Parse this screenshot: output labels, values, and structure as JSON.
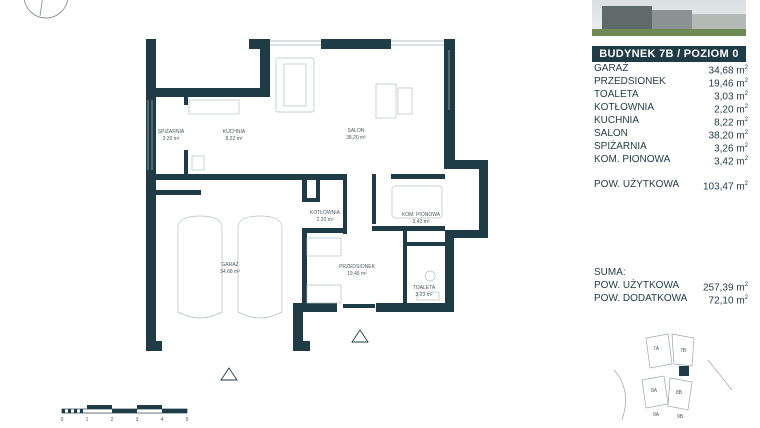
{
  "header": {
    "title": "BUDYNEK 7B / POZIOM 0"
  },
  "rooms": [
    {
      "name": "GARAŻ",
      "area": "34,68 m"
    },
    {
      "name": "PRZEDSIONEK",
      "area": "19,46 m"
    },
    {
      "name": "TOALETA",
      "area": "3,03 m"
    },
    {
      "name": "KOTŁOWNIA",
      "area": "2,20 m"
    },
    {
      "name": "KUCHNIA",
      "area": "8,22 m"
    },
    {
      "name": "SALON",
      "area": "38,20 m"
    },
    {
      "name": "SPIŻARNIA",
      "area": "3,26 m"
    },
    {
      "name": "KOM. PIONOWA",
      "area": "3,42 m"
    }
  ],
  "usable": {
    "label": "POW. UŻYTKOWA",
    "value": "103,47 m"
  },
  "summary": {
    "title": "SUMA:",
    "rows": [
      {
        "label": "POW. UŻYTKOWA",
        "value": "257,39 m"
      },
      {
        "label": "POW. DODATKOWA",
        "value": "72,10 m"
      }
    ]
  },
  "unit_sup": "2",
  "plan_labels": {
    "spizarnia": {
      "name": "SPIŻARNIA",
      "area": "3,26 m²"
    },
    "kuchnia": {
      "name": "KUCHNIA",
      "area": "8,22 m²"
    },
    "salon": {
      "name": "SALON",
      "area": "38,20 m²"
    },
    "kotlownia": {
      "name": "KOTŁOWNIA",
      "area": "2,20 m²"
    },
    "kom_pionowa": {
      "name": "KOM. PIONOWA",
      "area": "3,42 m²"
    },
    "garaz": {
      "name": "GARAŻ",
      "area": "34,68 m²"
    },
    "przedsionek": {
      "name": "PRZEDSIONEK",
      "area": "19,46 m²"
    },
    "toaleta": {
      "name": "TOALETA",
      "area": "3,03 m²"
    }
  },
  "scale_ticks": [
    "0",
    "1",
    "2",
    "3",
    "4",
    "5"
  ],
  "site_labels": [
    "7A",
    "7B",
    "8A",
    "8B",
    "9A",
    "9B"
  ],
  "colors": {
    "wall": "#1f3b46",
    "accent": "#1f3b46"
  }
}
